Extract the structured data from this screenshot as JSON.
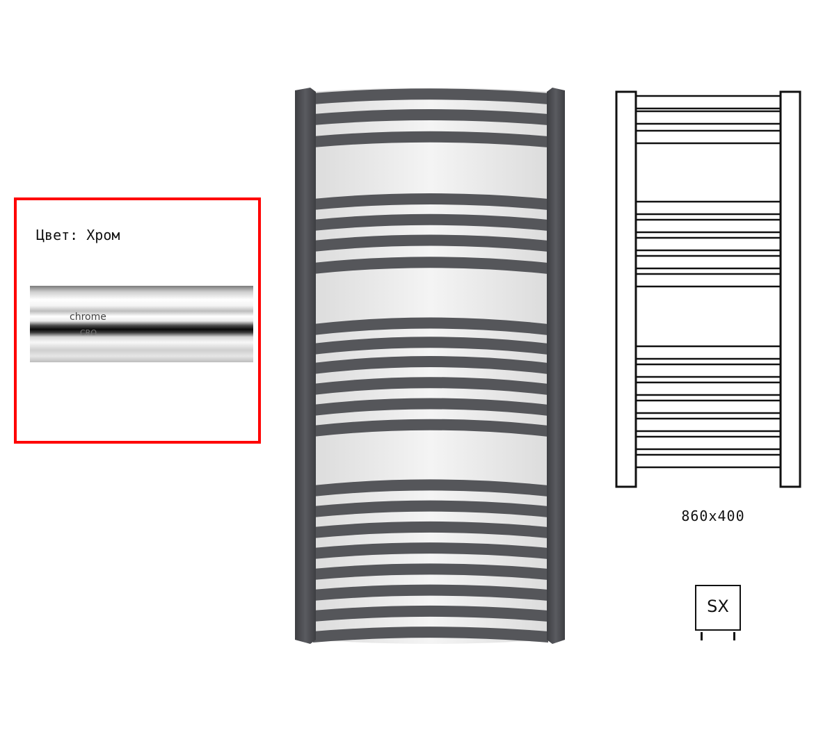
{
  "color_panel": {
    "label": "Цвет: Хром",
    "swatch_name": "chrome",
    "swatch_code": "CRO",
    "border_color": "#ff0000"
  },
  "product": {
    "frame_color": "#4b4c50",
    "bar_color": "#55565a"
  },
  "dimensions": "860x400",
  "connection": "SX"
}
